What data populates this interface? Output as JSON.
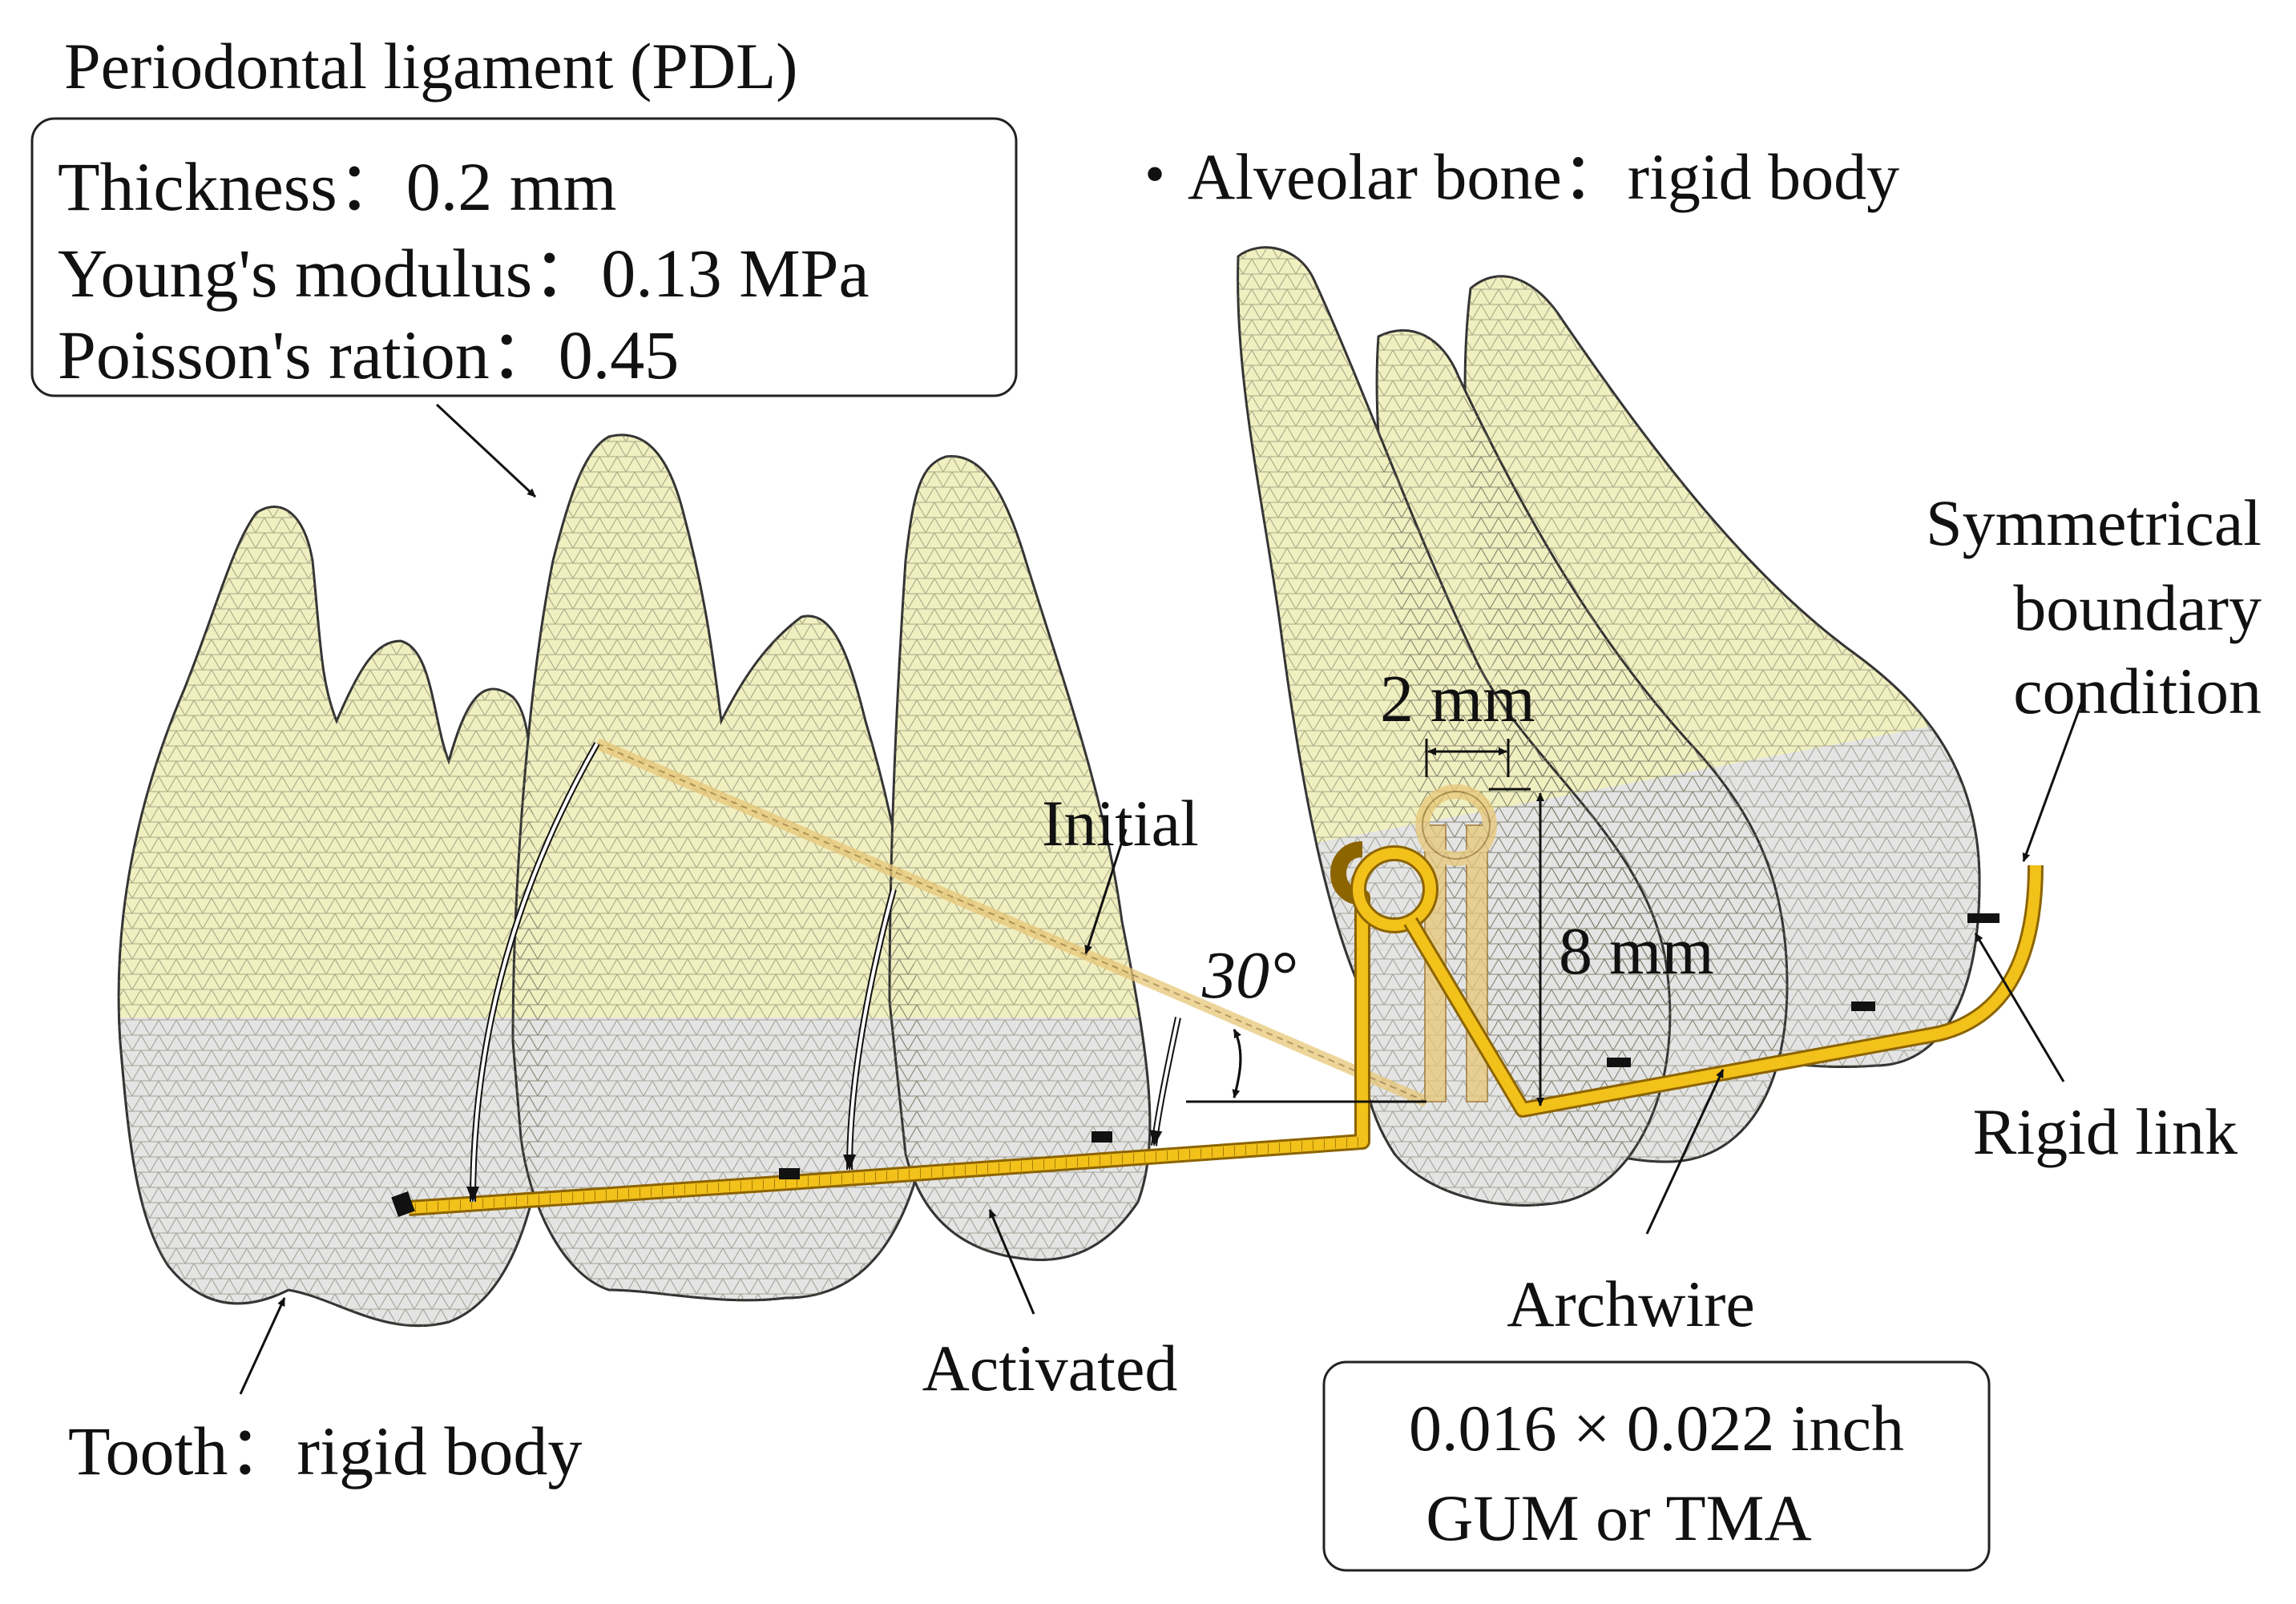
{
  "labels": {
    "pdl_title": "Periodontal ligament (PDL)",
    "pdl_thickness": "Thickness：0.2 mm",
    "pdl_youngs": "Young's modulus：0.13 MPa",
    "pdl_poisson": "Poisson's ration：0.45",
    "alveolar": "・Alveolar bone：rigid body",
    "symmetric_1": "Symmetrical",
    "symmetric_2": "boundary",
    "symmetric_3": "condition",
    "dim_2mm": "2 mm",
    "dim_8mm": "8 mm",
    "initial": "Initial",
    "angle": "30°",
    "rigid_link": "Rigid link",
    "archwire": "Archwire",
    "archwire_size": "0.016 × 0.022  inch",
    "archwire_material": "GUM or TMA",
    "activated": "Activated",
    "tooth": "Tooth：rigid body"
  },
  "colors": {
    "root": "#f0efc0",
    "crown": "#e4e4e4",
    "mesh": "#6f6f5a",
    "wire": "#f2c11a",
    "wire_edge": "#8c6400",
    "initial_wire": "#e8c878"
  }
}
